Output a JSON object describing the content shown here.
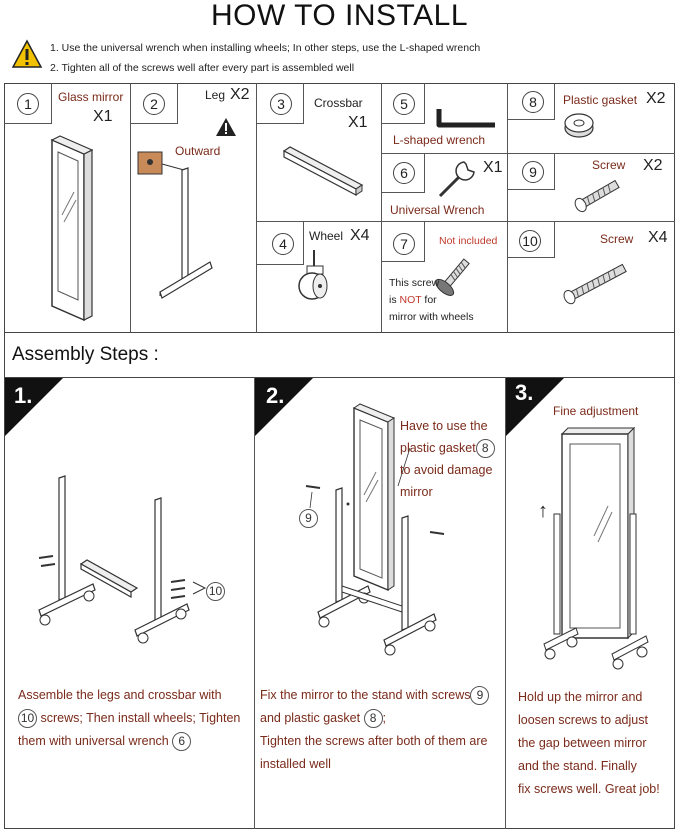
{
  "header": {
    "title": "HOW TO INSTALL",
    "note1": "1. Use the universal wrench when installing wheels; In other steps, use the L-shaped wrench",
    "note2": "2. Tighten all of the screws well after every part is assembled well"
  },
  "parts": {
    "p1": {
      "num": "1",
      "name": "Glass mirror",
      "qty": "X1"
    },
    "p2": {
      "num": "2",
      "name": "Leg",
      "qty": "X2",
      "note": "Outward"
    },
    "p3": {
      "num": "3",
      "name": "Crossbar",
      "qty": "X1"
    },
    "p4": {
      "num": "4",
      "name": "Wheel",
      "qty": "X4"
    },
    "p5": {
      "num": "5",
      "name": "L-shaped wrench"
    },
    "p6": {
      "num": "6",
      "name": "Universal Wrench",
      "qty": "X1"
    },
    "p7": {
      "num": "7",
      "tag": "Not included",
      "line1": "This screw",
      "line2a": "is ",
      "line2b": "NOT",
      "line2c": " for",
      "line3": "mirror with wheels"
    },
    "p8": {
      "num": "8",
      "name": "Plastic gasket",
      "qty": "X2"
    },
    "p9": {
      "num": "9",
      "name": "Screw",
      "qty": "X2"
    },
    "p10": {
      "num": "10",
      "name": "Screw",
      "qty": "X4"
    }
  },
  "assembly": {
    "title": "Assembly Steps :",
    "step1": {
      "num": "1.",
      "arrow_ref": "10",
      "t1": "Assemble the legs and crossbar with",
      "ref1": "10",
      "t2": "screws; Then install wheels; Tighten",
      "t3": "them with universal wrench",
      "ref2": "6"
    },
    "step2": {
      "num": "2.",
      "callout1": "Have to use the",
      "callout2": "plastic gasket",
      "callout_ref": "8",
      "callout3": "to avoid damage",
      "callout4": "mirror",
      "screw_ref": "9",
      "t1": "Fix the mirror to the stand with screws",
      "ref1": "9",
      "t2": "and plastic gasket",
      "ref2": "8",
      "t2b": ";",
      "t3": "Tighten the screws after both of them are",
      "t4": "installed well"
    },
    "step3": {
      "num": "3.",
      "callout": "Fine adjustment",
      "arrow": "↑",
      "t1": "Hold up the mirror and",
      "t2": "loosen screws to adjust",
      "t3": "the gap between mirror",
      "t4": "and the stand. Finally",
      "t5": "fix screws well. Great job!"
    }
  },
  "colors": {
    "accent_text": "#7a2a1a",
    "warning": "#f2c200",
    "leg_wood": "#c98a5a"
  }
}
